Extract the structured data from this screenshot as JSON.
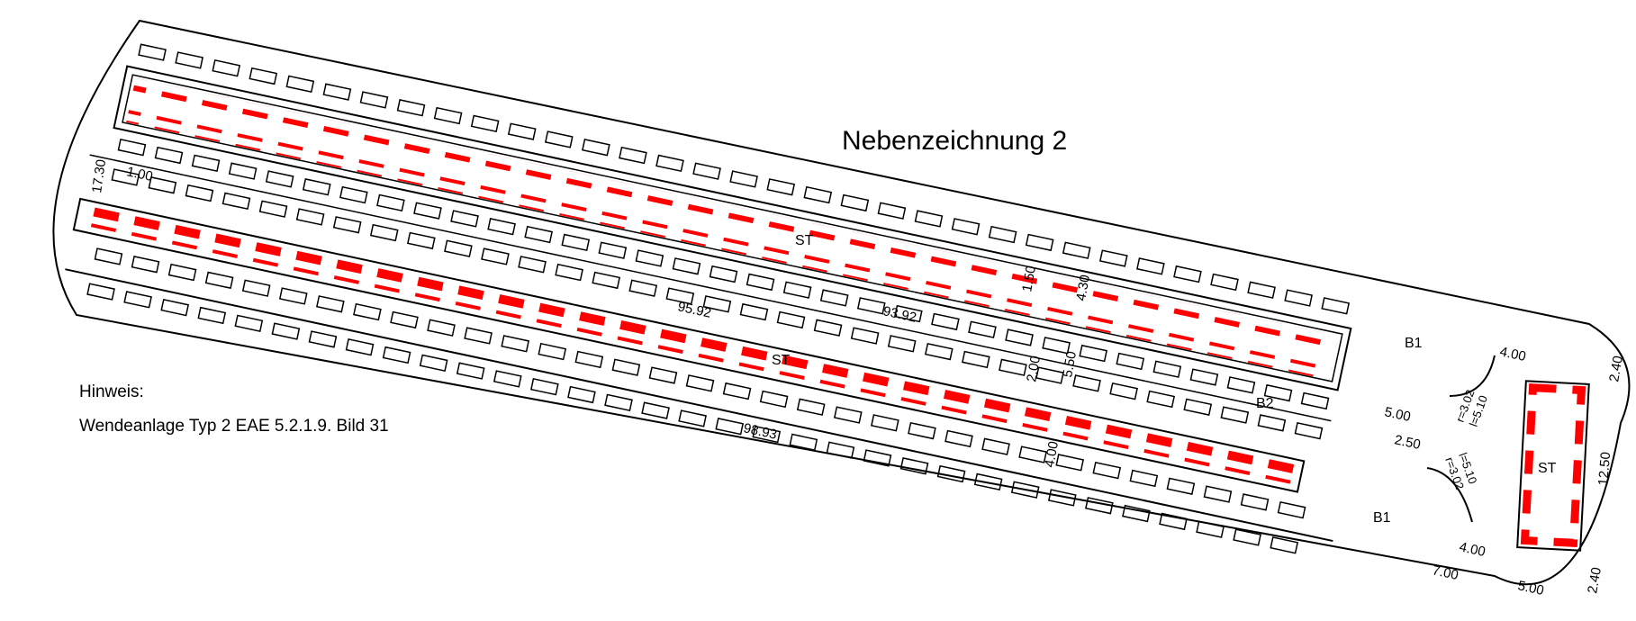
{
  "drawing": {
    "title": "Nebenzeichnung 2",
    "note_heading": "Hinweis:",
    "note_text": "Wendeanlage Typ 2 EAE 5.2.1.9. Bild 31",
    "colors": {
      "line": "#000000",
      "stripe": "#ff0000",
      "background": "#ffffff"
    },
    "area_labels": {
      "upper_island": "ST",
      "lower_island": "ST",
      "end_island": "ST",
      "b1_top": "B1",
      "b2": "B2",
      "b1_bottom": "B1"
    },
    "dimensions": {
      "d_17_30": "17.30",
      "d_1_00": "1.00",
      "d_95_92": "95.92",
      "d_93_92": "93.92",
      "d_98_93": "98.93",
      "d_1_50": "1.50",
      "d_4_30": "4.30",
      "d_5_50": "5.50",
      "d_2_00": "2.00",
      "d_4_00_mid": "4.00",
      "d_5_00_right": "5.00",
      "d_2_50": "2.50",
      "d_4_00_top": "4.00",
      "d_4_00_bottom": "4.00",
      "d_7_00": "7.00",
      "d_5_00_bottom": "5.00",
      "d_2_40_top": "2.40",
      "d_2_40_bottom": "2.40",
      "d_12_50": "12.50",
      "r_upper_1": "r=3.02",
      "r_upper_2": "l=5.10",
      "r_lower_1": "l=5.10",
      "r_lower_2": "r=3.02"
    }
  }
}
